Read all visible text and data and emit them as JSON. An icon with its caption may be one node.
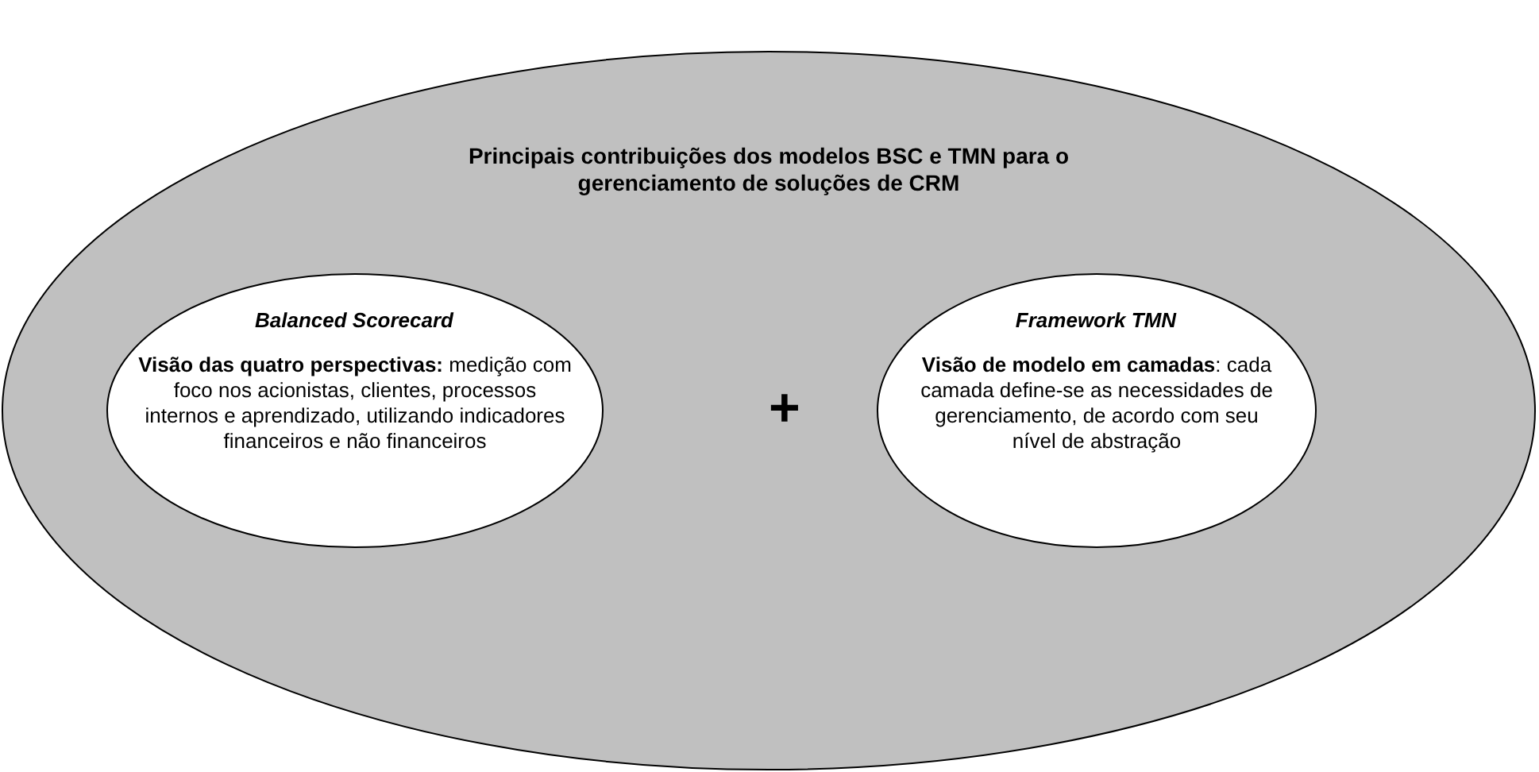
{
  "diagram": {
    "nodes": [
      {
        "text": [
          "Principais contribuições dos modelos BSC e TMN para o gerenciamento de soluções de CRM"
        ]
      },
      {
        "text": [
          "Balanced Scorecard",
          "**Visão das quatro perspectivas:** medição com foco nos acionistas, clientes, processos internos e aprendizado, utilizando indicadores financeiros e não financeiros"
        ],
        "in": 0
      },
      {
        "text": [
          "Framework TMN",
          "**Visão de modelo em camadas**: cada camada define-se as necessidades de gerenciamento, de acordo com seu nível de abstração"
        ],
        "in": 0
      }
    ],
    "labels": [
      "+"
    ]
  }
}
